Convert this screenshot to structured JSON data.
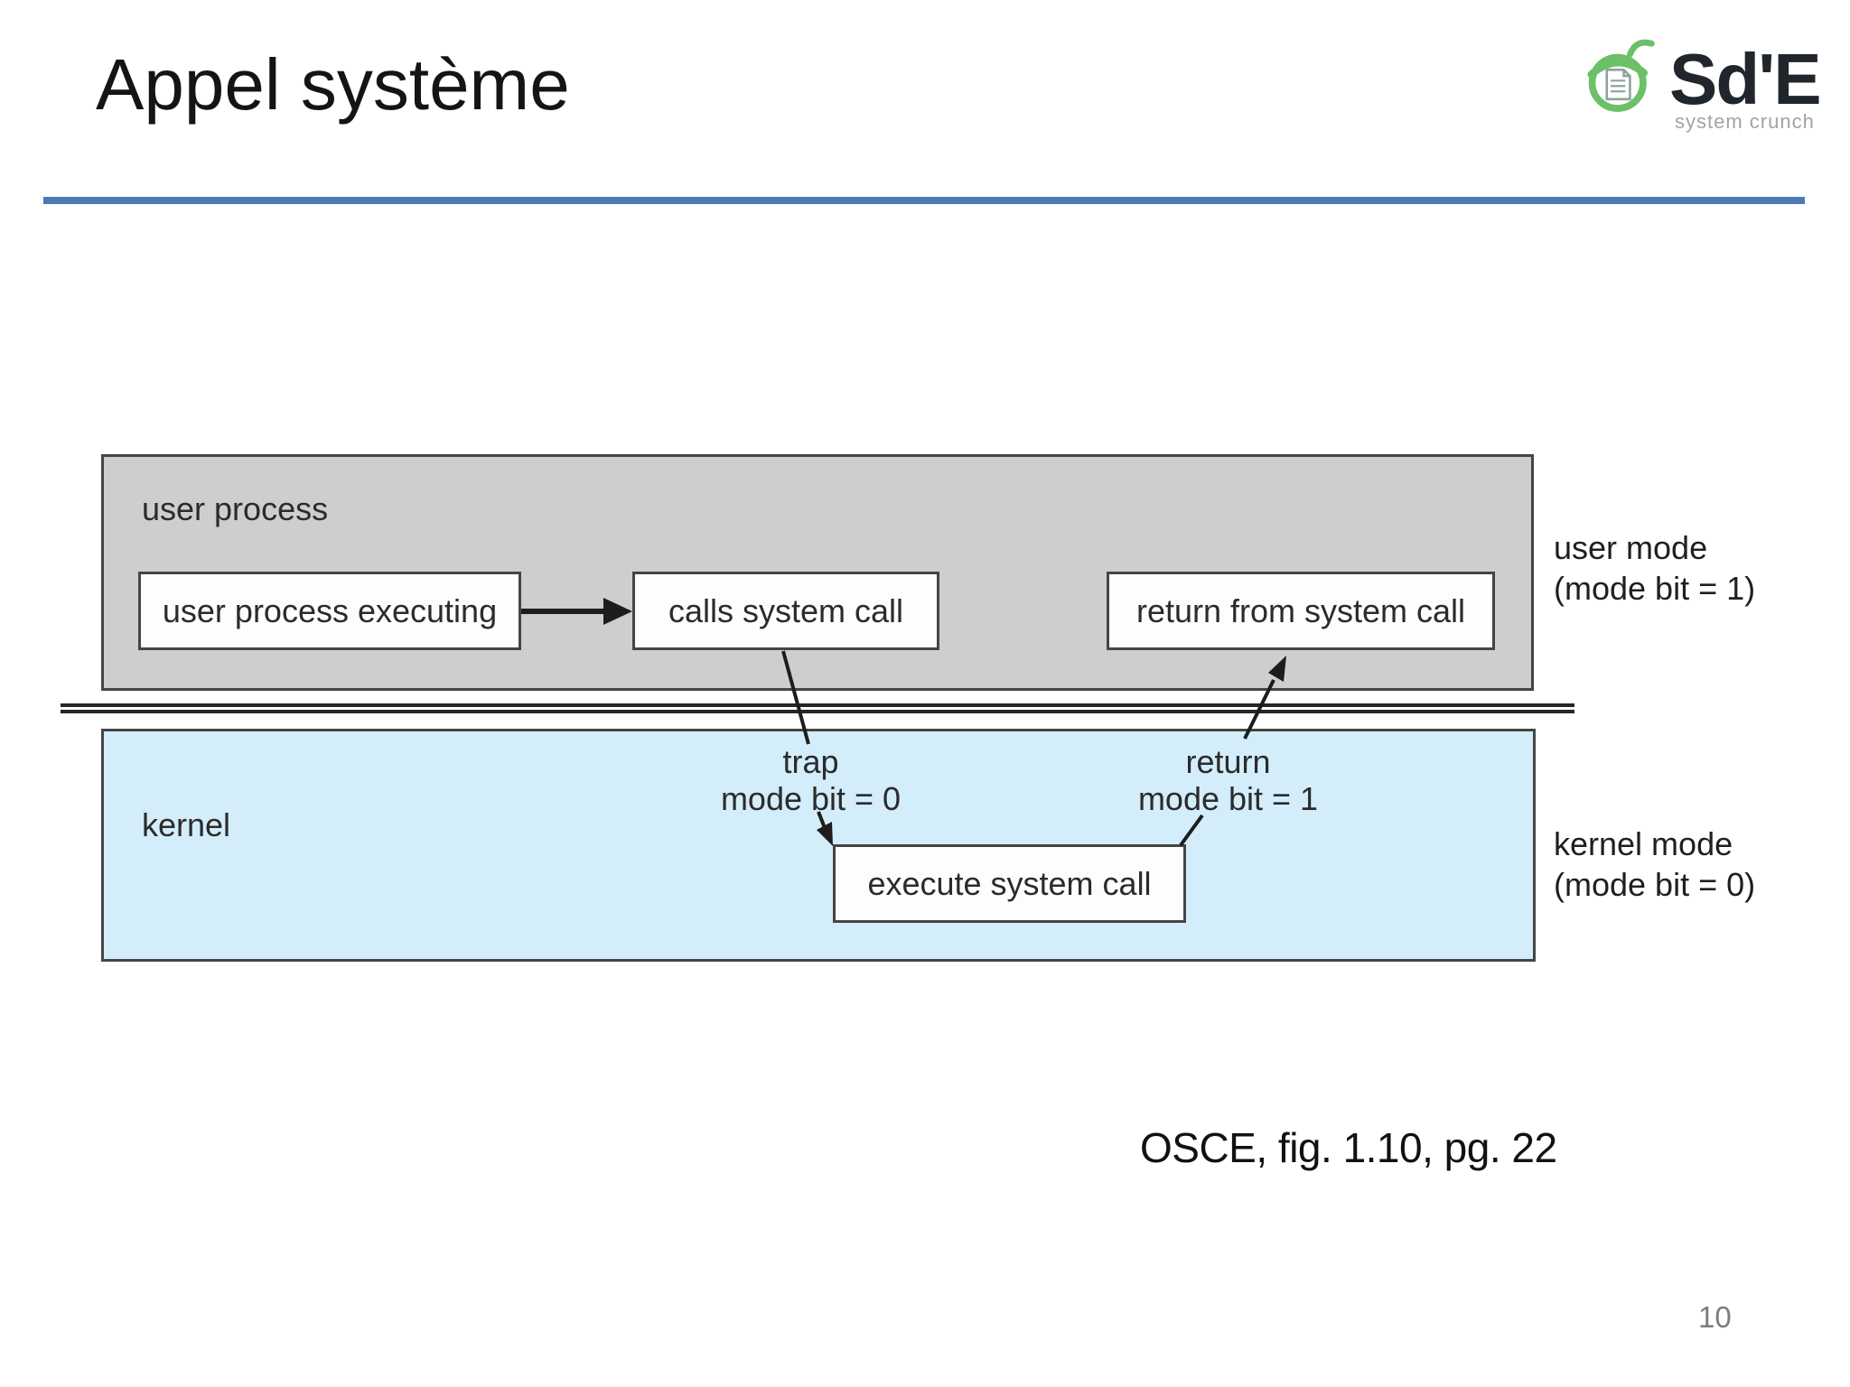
{
  "slide": {
    "title": "Appel système",
    "caption": "OSCE, fig. 1.10, pg. 22",
    "page_number": "10"
  },
  "logo": {
    "name": "Sd'E",
    "tagline": "system crunch",
    "acorn_icon": "acorn-with-document",
    "acorn_color": "#6cc067"
  },
  "diagram": {
    "user_process_label": "user process",
    "kernel_label": "kernel",
    "boxes": {
      "user_process_executing": "user process executing",
      "calls_system_call": "calls system call",
      "return_from_system_call": "return from system call",
      "execute_system_call": "execute system call"
    },
    "annotations": {
      "trap_line1": "trap",
      "trap_line2": "mode bit = 0",
      "return_line1": "return",
      "return_line2": "mode bit = 1"
    },
    "side_labels": {
      "user_mode_line1": "user mode",
      "user_mode_line2": "(mode bit = 1)",
      "kernel_mode_line1": "kernel mode",
      "kernel_mode_line2": "(mode bit = 0)"
    },
    "colors": {
      "user_region_fill": "#cecece",
      "kernel_region_fill": "#d4edfa",
      "box_border": "#454545",
      "title_rule": "#4b79b6",
      "connector": "#1d1d1d"
    }
  }
}
